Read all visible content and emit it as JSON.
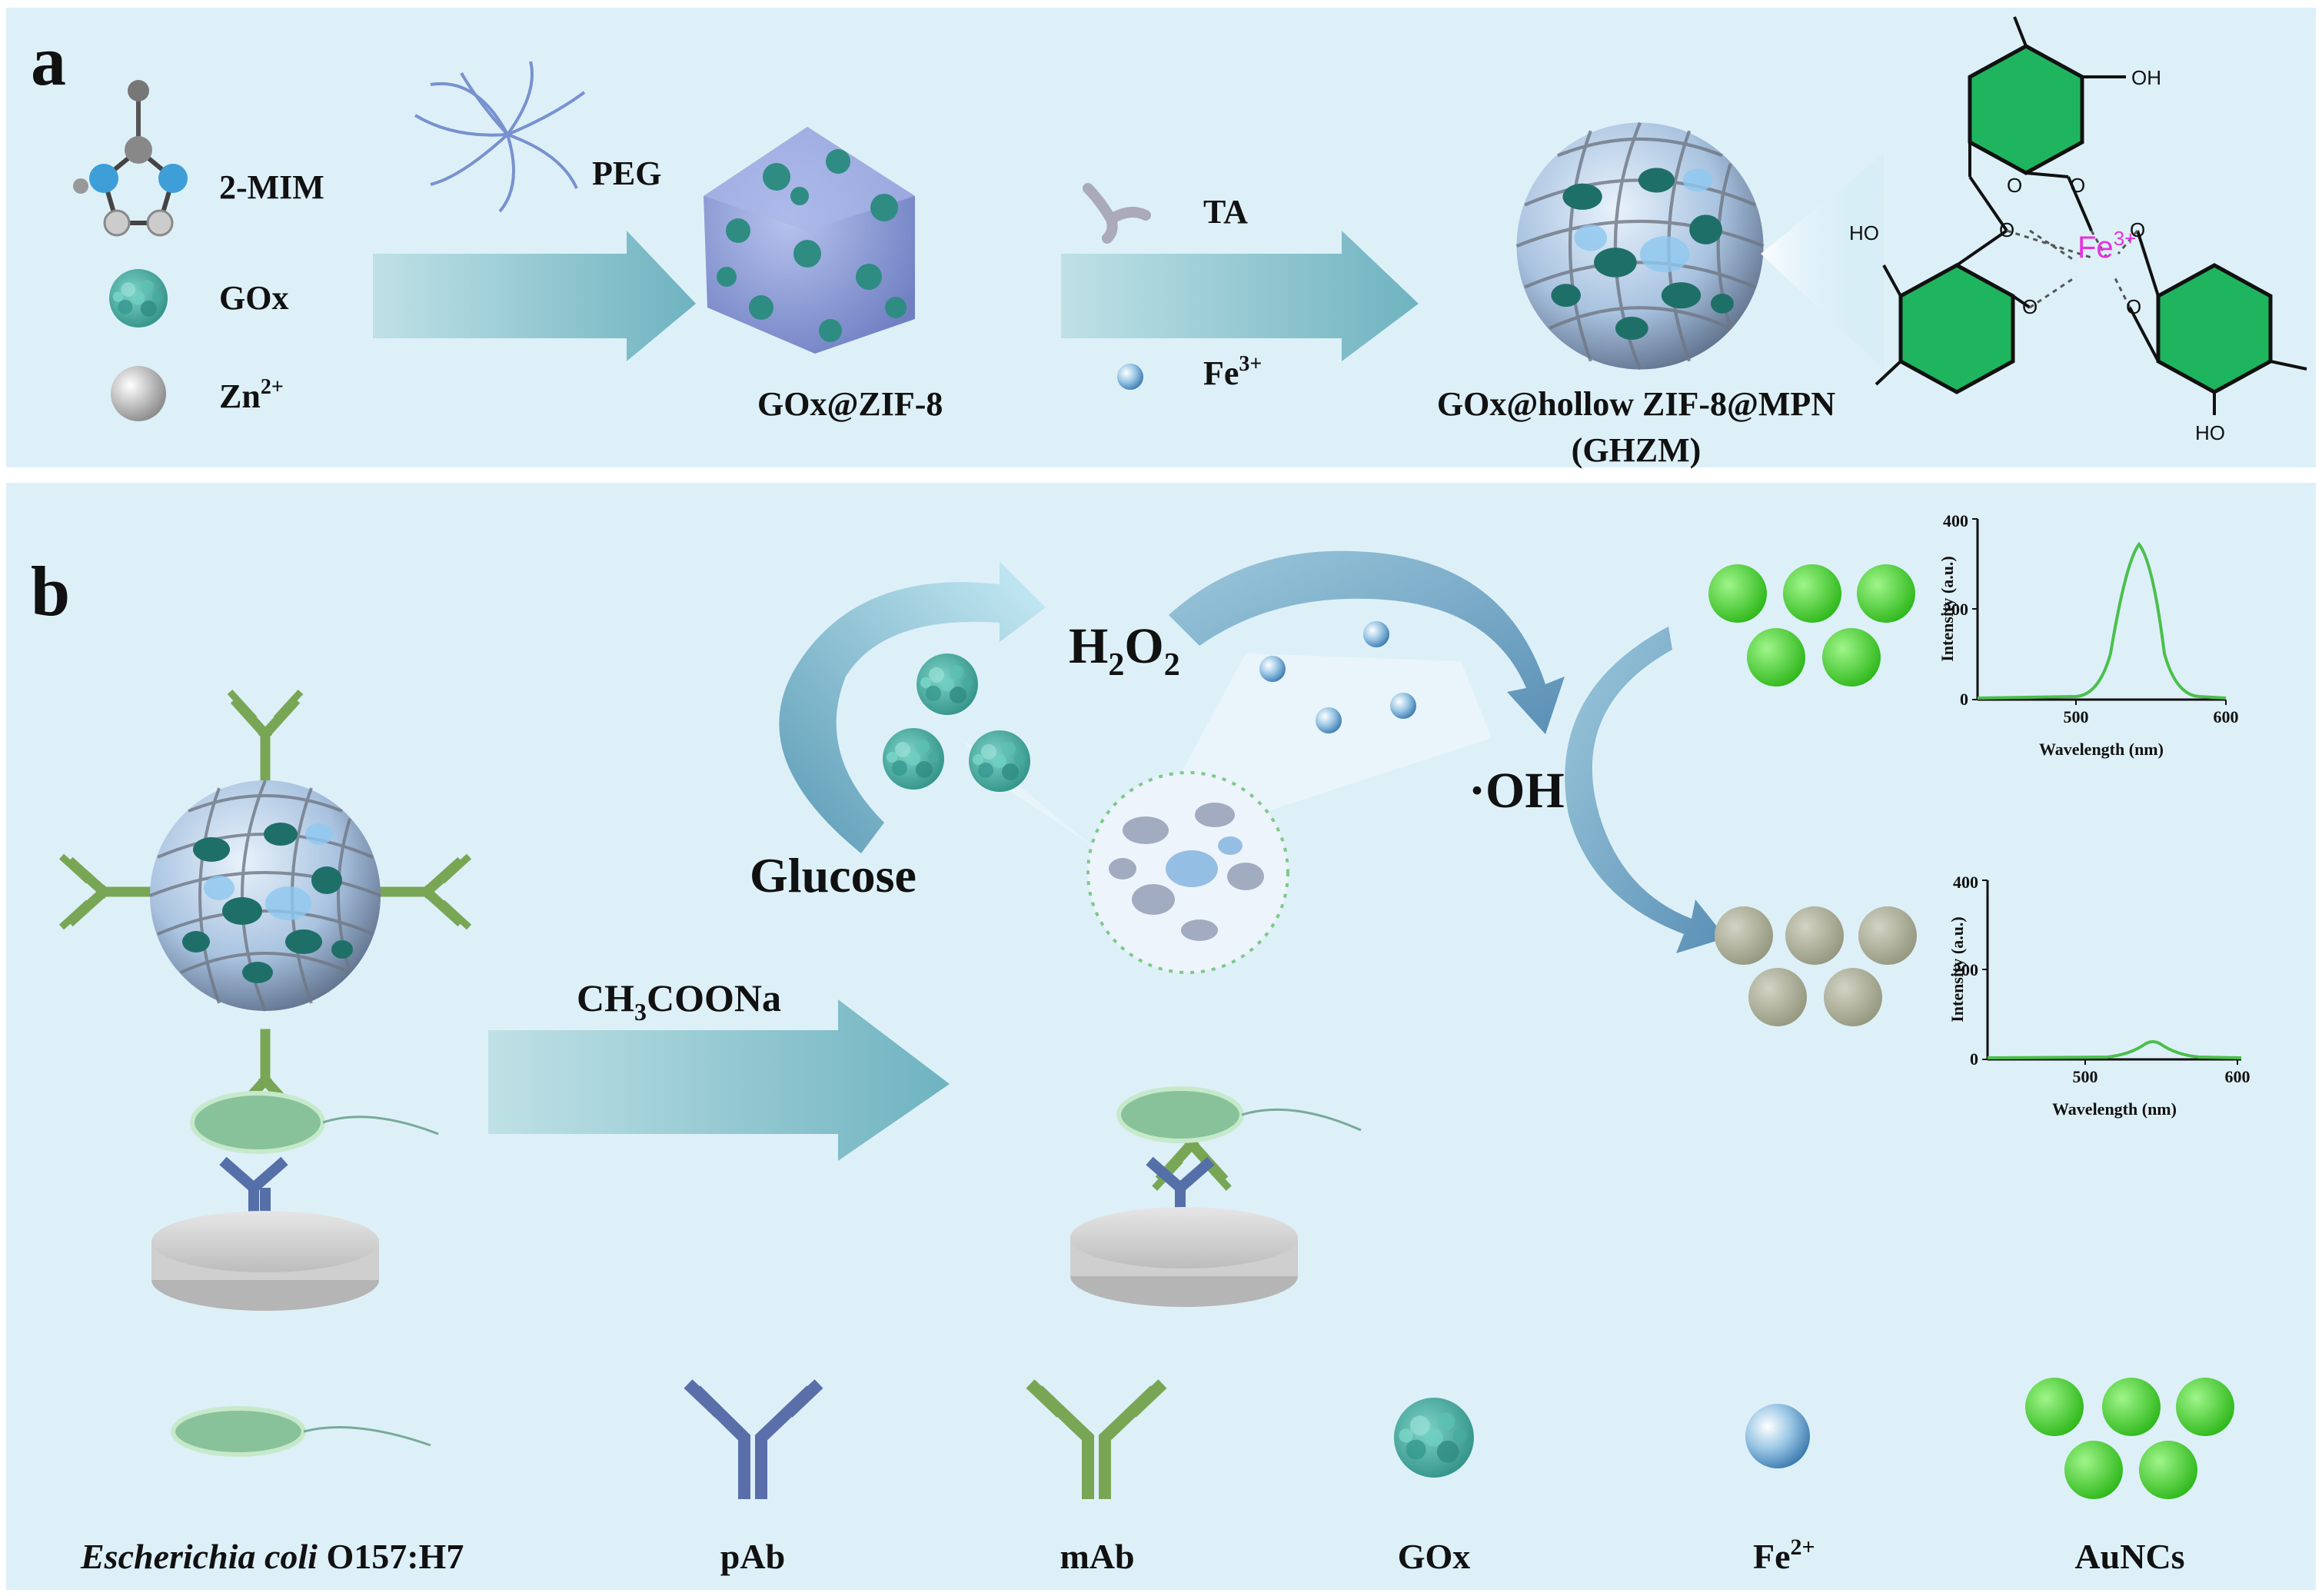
{
  "panel_a": {
    "label": "a",
    "reagents": {
      "mim": "2-MIM",
      "gox": "GOx",
      "zn": "Zn",
      "zn_sup": "2+",
      "peg": "PEG"
    },
    "step2": {
      "ta": "TA",
      "fe": "Fe",
      "fe_sup": "3+"
    },
    "product1": "GOx@ZIF-8",
    "product2_line1": "GOx@hollow ZIF-8@MPN",
    "product2_line2": "(GHZM)",
    "chem": {
      "oh1": "OH",
      "ho2": "HO",
      "ho3": "HO",
      "fe": "Fe",
      "fe_sup": "3+"
    }
  },
  "panel_b": {
    "label": "b",
    "h2o2": {
      "h": "H",
      "sub1": "2",
      "o": "O",
      "sub2": "2"
    },
    "oh_radical": "·OH",
    "glucose": "Glucose",
    "reagent": {
      "ch": "CH",
      "sub": "3",
      "rest": "COONa"
    },
    "spectra": [
      {
        "ylabel": "Intensity (a.u.)",
        "xlabel": "Wavelength (nm)",
        "yticks": [
          "0",
          "200",
          "400"
        ],
        "xticks": [
          "500",
          "600"
        ],
        "color": "#4cbf4c"
      },
      {
        "ylabel": "Intensity (a.u.)",
        "xlabel": "Wavelength (nm)",
        "yticks": [
          "0",
          "200",
          "400"
        ],
        "xticks": [
          "500",
          "600"
        ],
        "color": "#4cbf4c"
      }
    ]
  },
  "legend": {
    "ecoli_italic": "Escherichia coli",
    "ecoli_strain": "O157:H7",
    "pab": "pAb",
    "mab": "mAb",
    "gox": "GOx",
    "fe": "Fe",
    "fe_sup": "2+",
    "aunc": "AuNCs"
  },
  "colors": {
    "panel_bg": "#ddf0f8",
    "arrow": "#8fc6d0",
    "mab": "#79a655",
    "pab": "#5a6fa9",
    "gox": "#3fa99e",
    "aunc_bright": "#44d42a",
    "aunc_dull": "#a8ab98"
  }
}
